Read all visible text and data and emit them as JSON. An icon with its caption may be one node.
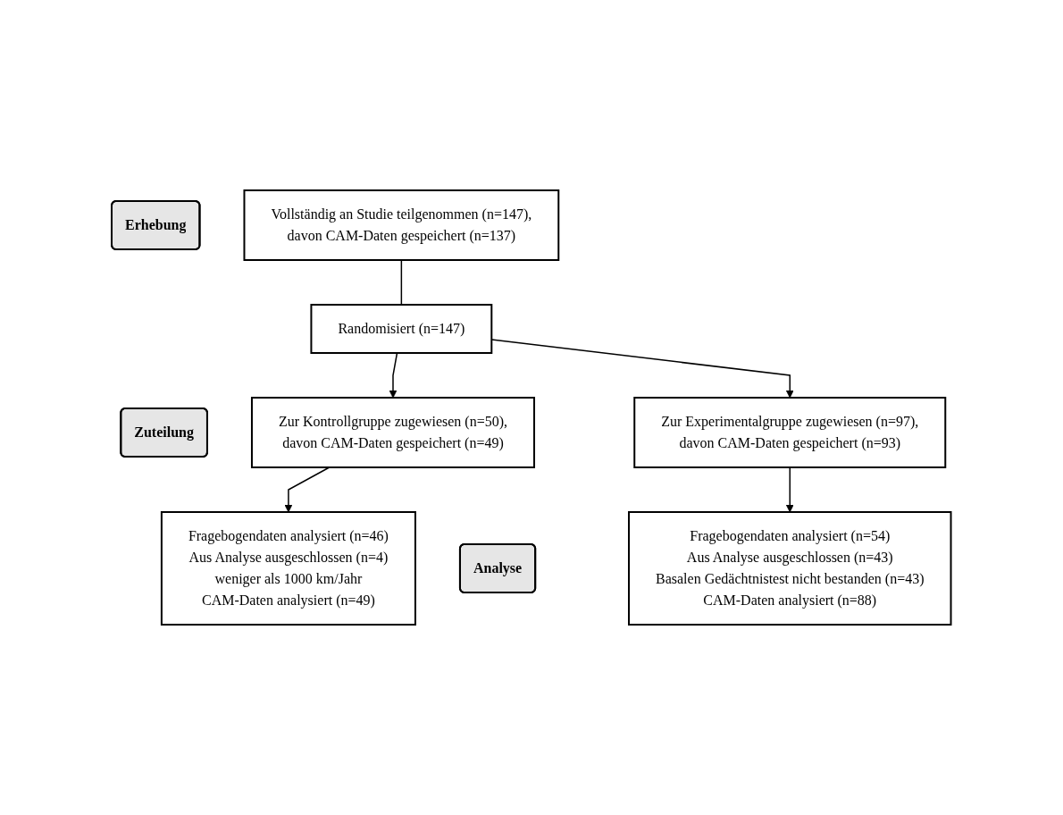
{
  "diagram": {
    "nodes": [
      {
        "text": [
          "Erhebung"
        ]
      },
      {
        "text": [
          "Vollständig an Studie teilgenommen (n=147),",
          "davon CAM-Daten gespeichert (n=137)"
        ]
      },
      {
        "text": [
          "Randomisiert (n=147)"
        ]
      },
      {
        "text": [
          "Zuteilung"
        ]
      },
      {
        "text": [
          "Zur Kontrollgruppe zugewiesen (n=50),",
          "davon CAM-Daten gespeichert (n=49)"
        ]
      },
      {
        "text": [
          "Zur Experimentalgruppe zugewiesen (n=97),",
          "davon CAM-Daten gespeichert (n=93)"
        ]
      },
      {
        "text": [
          "Analyse"
        ]
      },
      {
        "text": [
          "Fragebogendaten analysiert (n=46)",
          "Aus Analyse ausgeschlossen (n=4)",
          "weniger als 1000 km/Jahr",
          "CAM-Daten analysiert (n=49)"
        ]
      },
      {
        "text": [
          "Fragebogendaten analysiert (n=54)",
          "Aus Analyse ausgeschlossen (n=43)",
          "Basalen Gedächtnistest nicht bestanden (n=43)",
          "CAM-Daten analysiert (n=88)"
        ]
      }
    ],
    "edges": [
      {
        "from": 1,
        "to": 2,
        "arrow": "none"
      },
      {
        "from": 2,
        "to": 4,
        "arrow": "to"
      },
      {
        "from": 2,
        "to": 5,
        "arrow": "to"
      },
      {
        "from": 4,
        "to": 7,
        "arrow": "to"
      },
      {
        "from": 5,
        "to": 8,
        "arrow": "to"
      }
    ]
  }
}
